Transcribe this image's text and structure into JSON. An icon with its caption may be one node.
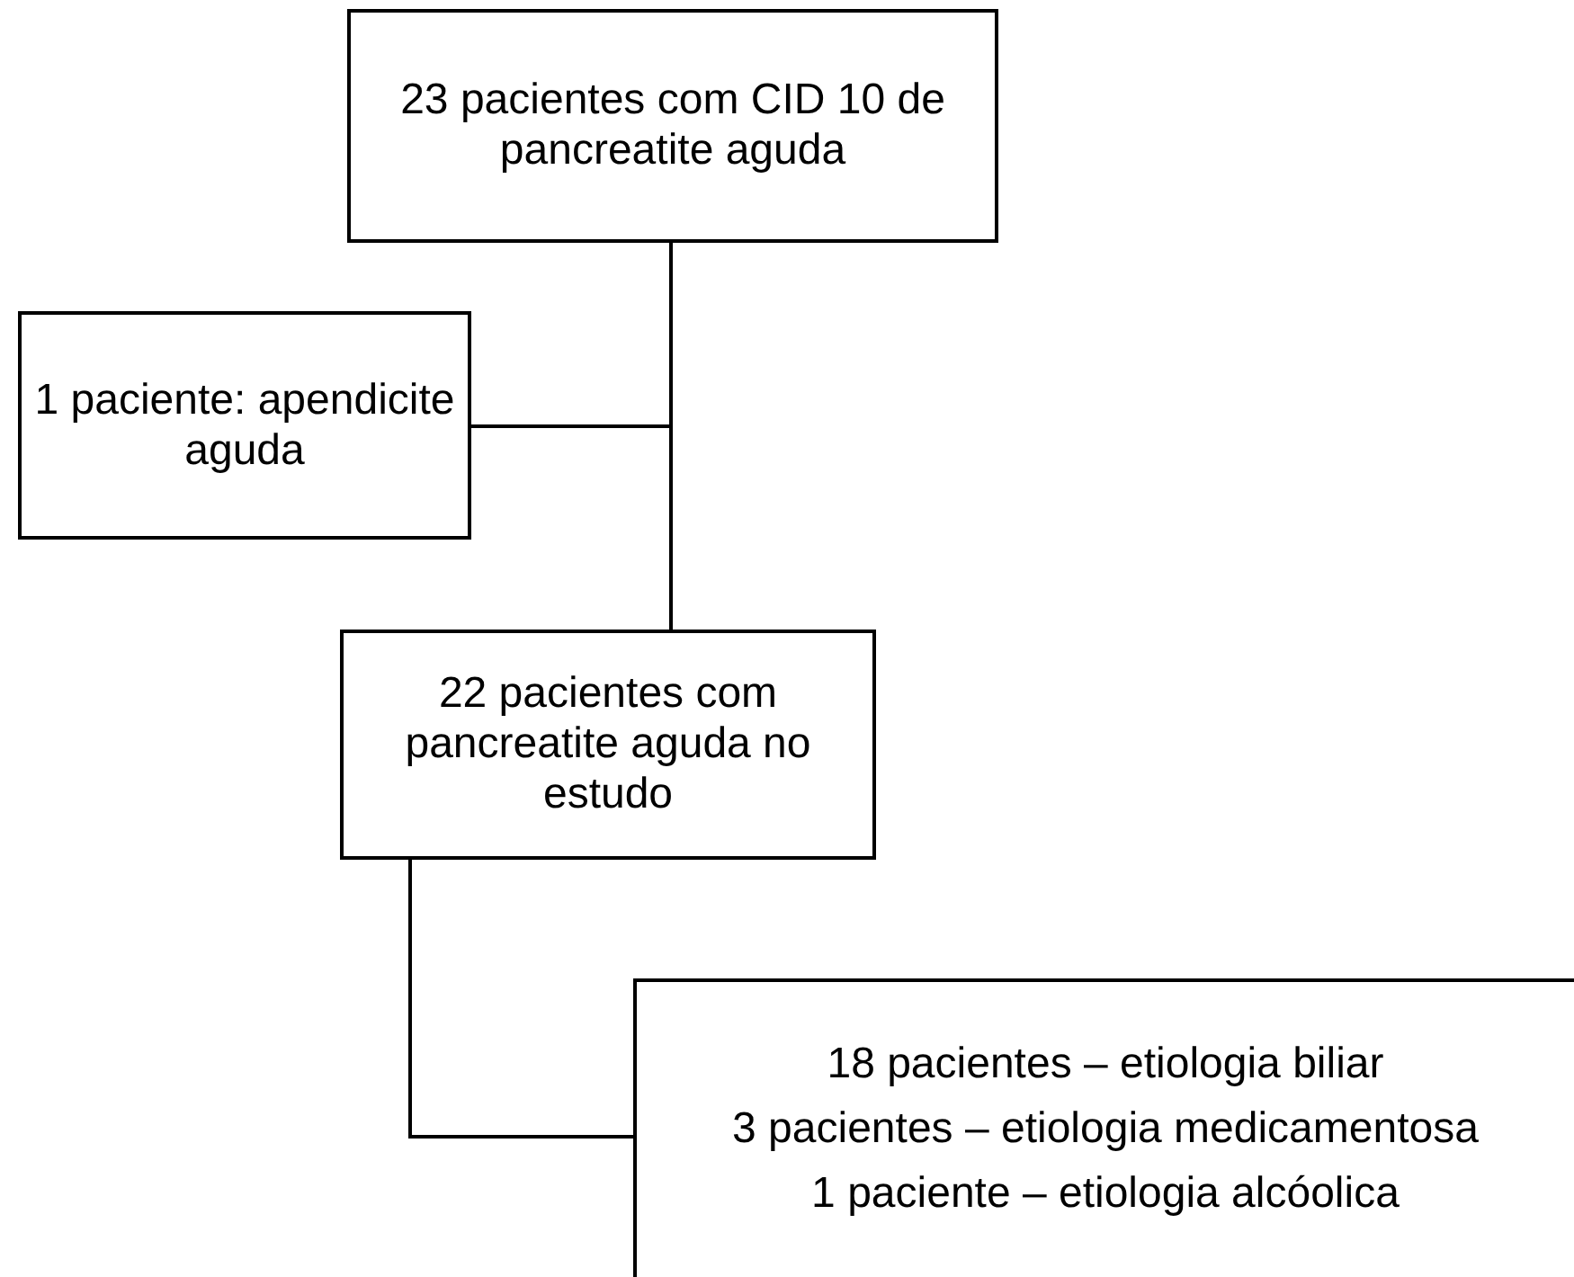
{
  "diagram": {
    "nodes": [
      {
        "text": [
          "23 pacientes com CID 10 de pancreatite aguda"
        ]
      },
      {
        "text": [
          "1 paciente: apendicite aguda"
        ]
      },
      {
        "text": [
          "22 pacientes com pancreatite aguda no estudo"
        ]
      },
      {
        "text": [
          "18 pacientes – etiologia biliar",
          "3 pacientes – etiologia medicamentosa",
          "1 paciente – etiologia alcóolica"
        ]
      }
    ],
    "edges": [
      {
        "from": 0,
        "to": 2,
        "arrow": "none"
      },
      {
        "from": 1,
        "to": 2,
        "arrow": "none"
      },
      {
        "from": 2,
        "to": 3,
        "arrow": "none"
      }
    ]
  }
}
